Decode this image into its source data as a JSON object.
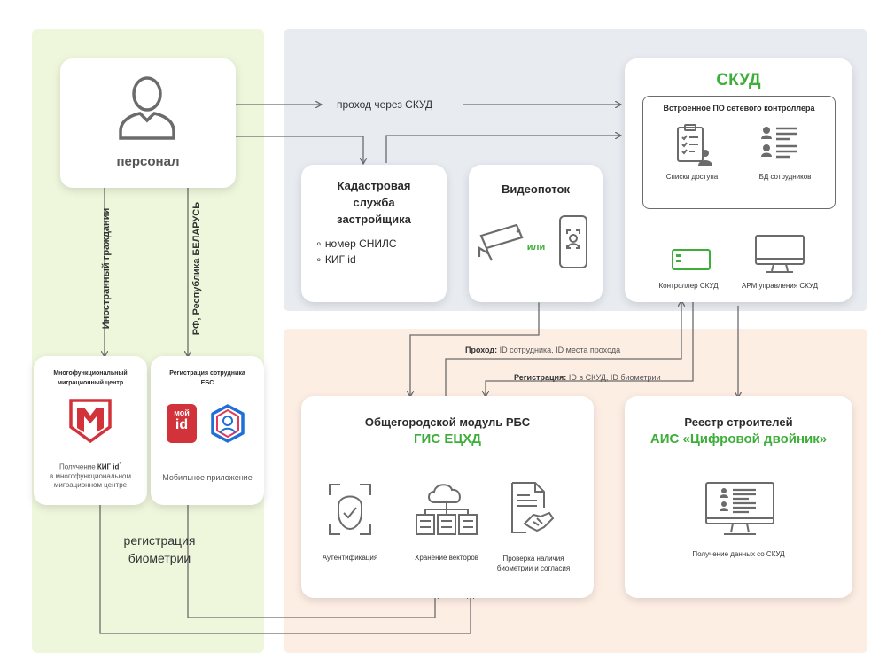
{
  "person": {
    "label": "персонал"
  },
  "arrows": {
    "skud_pass": "проход через СКУД",
    "foreign": "Иностранный граждании",
    "rf": "РФ, Республика БЕЛАРУСЬ",
    "pass_prefix": "Проход:",
    "pass_text": "ID сотрудника, ID места прохода",
    "reg_prefix": "Регистрация:",
    "reg_text": "ID в СКУД, ID биометрии",
    "biometry_reg": [
      "регистрация",
      "биометрии"
    ]
  },
  "cadastral": {
    "title": [
      "Кадастровая",
      "служба",
      "застройщика"
    ],
    "items": [
      "номер СНИЛС",
      "КИГ id"
    ]
  },
  "video": {
    "title": "Видеопоток",
    "or": "или"
  },
  "skud": {
    "title": "СКУД",
    "inner_title": "Встроенное ПО сетевого контроллера",
    "access_lists": "Списки доступа",
    "employee_db": "БД сотрудников",
    "controller": "Контроллер СКУД",
    "arm": "АРМ управления СКУД"
  },
  "mmc": {
    "title": [
      "Многофункциональный",
      "миграционный центр"
    ],
    "desc_pre": "Получение ",
    "desc_bold": "КИГ id",
    "desc_sup": "*",
    "desc_rest": [
      "в многофункциональном",
      "миграционном центре"
    ]
  },
  "ebs": {
    "title": [
      "Регистрация сотрудника",
      "ЕБС"
    ],
    "moi": "мой",
    "id": "id",
    "desc": "Мобильное приложение"
  },
  "gis": {
    "title": "Общегородской модуль РБС",
    "subtitle": "ГИС ЕЦХД",
    "auth": "Аутентификация",
    "storage": "Хранение векторов",
    "check": [
      "Проверка наличия",
      "биометрии и согласия"
    ]
  },
  "registry": {
    "title": "Реестр строителей",
    "subtitle": "АИС «Цифровой двойник»",
    "desc": "Получение данных со СКУД"
  },
  "colors": {
    "accent": "#3dae3a",
    "brand_red": "#d2323a",
    "line": "#6b6b6b"
  }
}
